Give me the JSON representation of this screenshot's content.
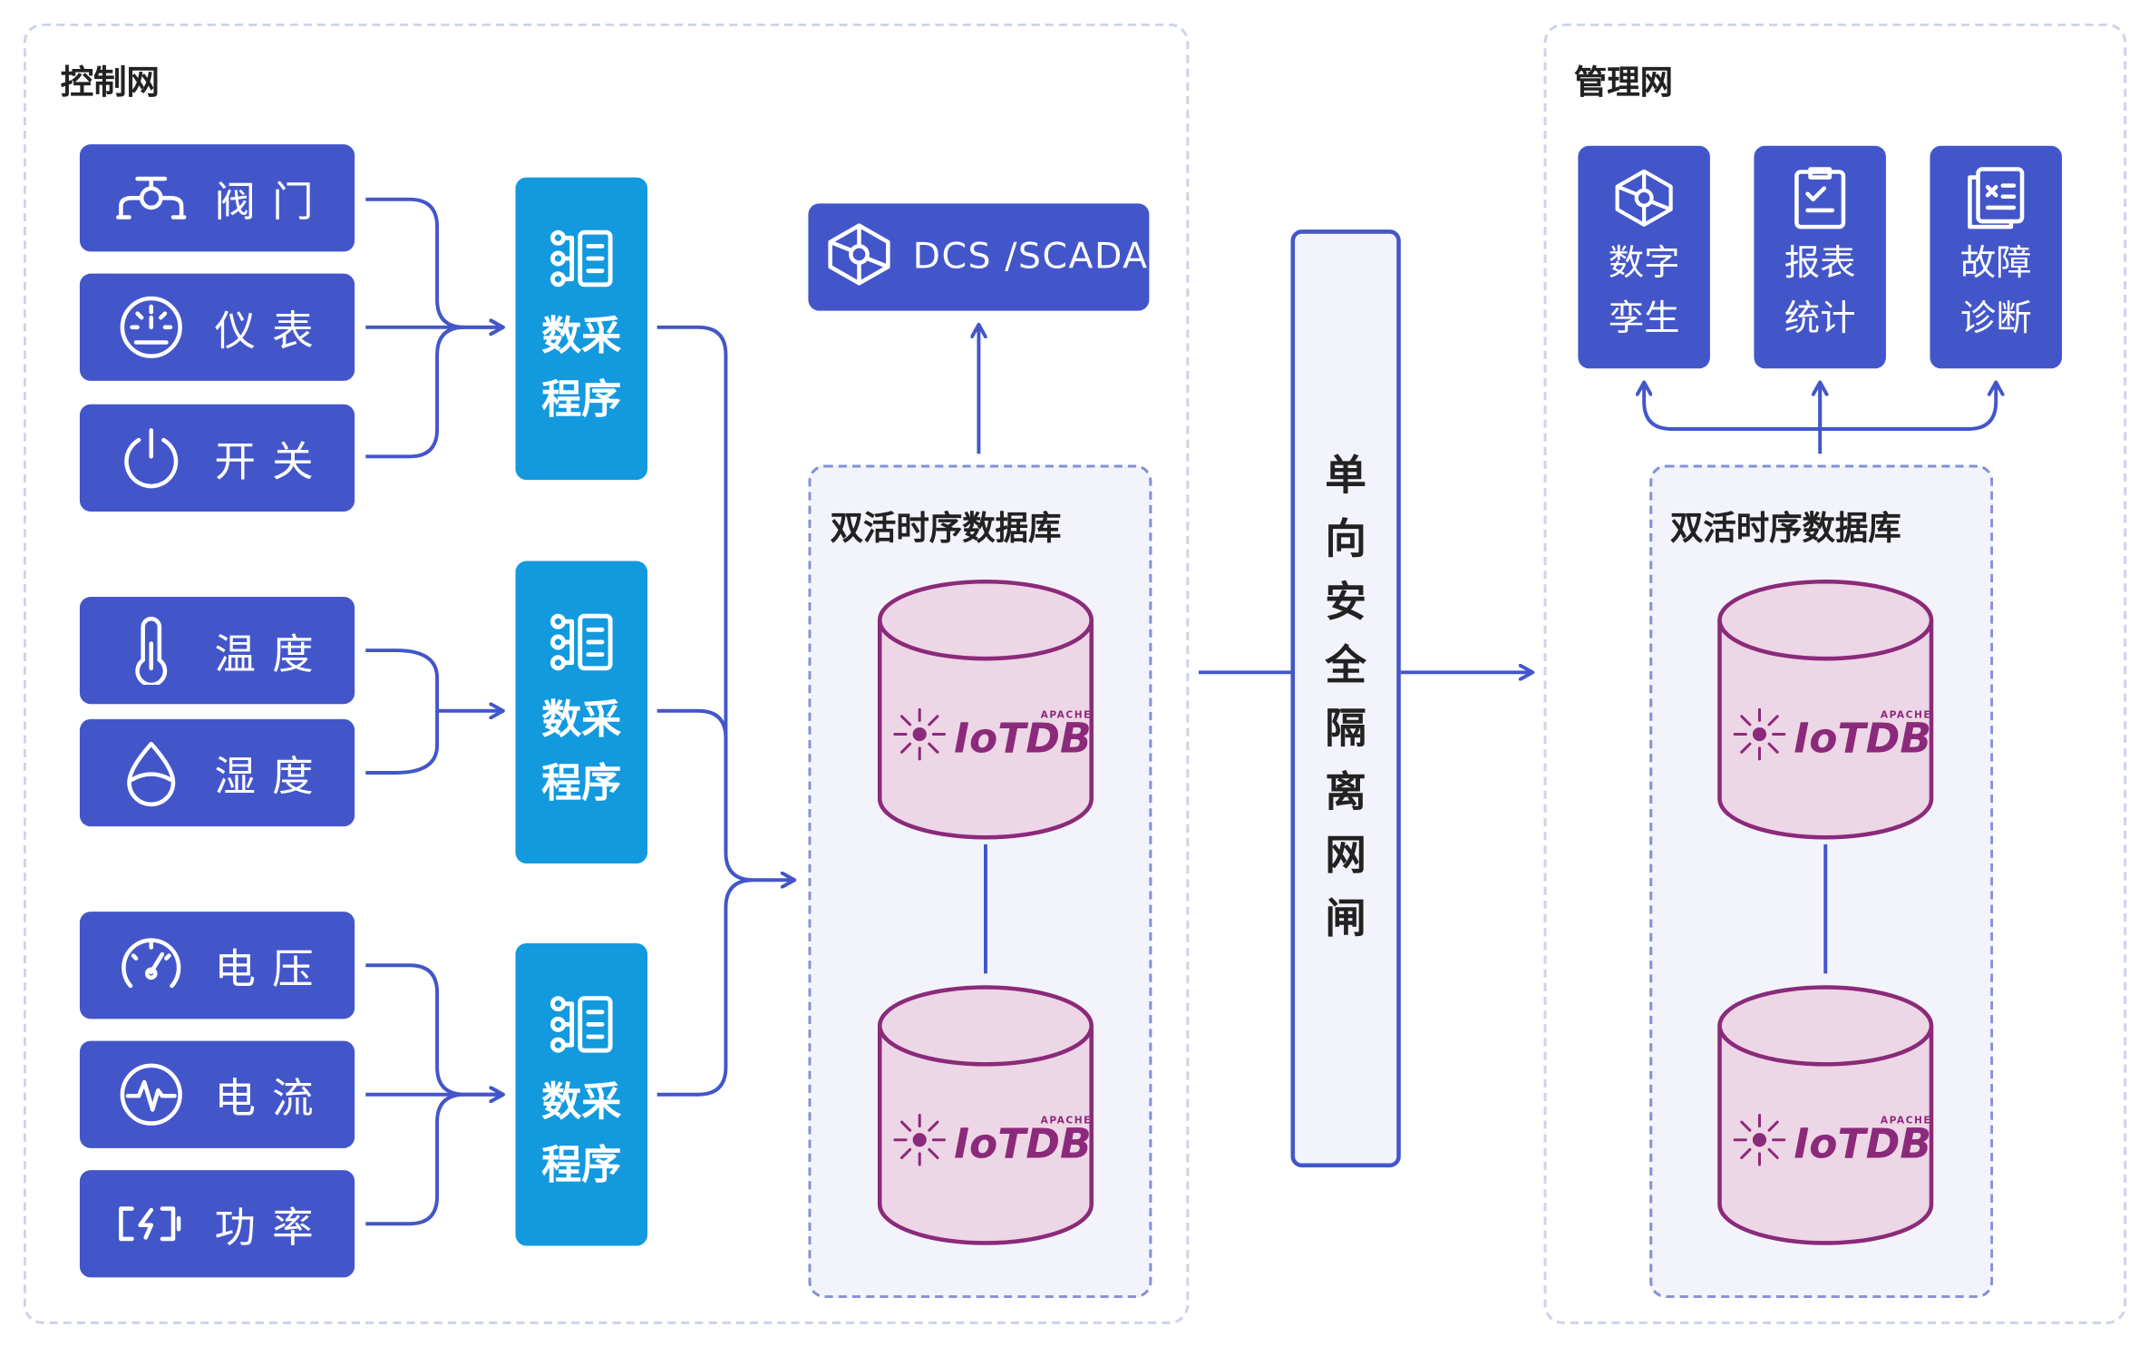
{
  "control_network": {
    "title": "控制网",
    "devices": [
      {
        "label": "阀门",
        "icon": "valve-icon"
      },
      {
        "label": "仪表",
        "icon": "gauge-icon"
      },
      {
        "label": "开关",
        "icon": "power-icon"
      },
      {
        "label": "温度",
        "icon": "thermometer-icon"
      },
      {
        "label": "湿度",
        "icon": "droplet-icon"
      },
      {
        "label": "电压",
        "icon": "speedometer-icon"
      },
      {
        "label": "电流",
        "icon": "pulse-icon"
      },
      {
        "label": "功率",
        "icon": "battery-charge-icon"
      }
    ],
    "collectors": [
      {
        "label": "数采程序",
        "icon": "data-collector-icon"
      },
      {
        "label": "数采程序",
        "icon": "data-collector-icon"
      },
      {
        "label": "数采程序",
        "icon": "data-collector-icon"
      }
    ],
    "dcs": {
      "label": "DCS /SCADA",
      "icon": "network-node-icon"
    },
    "database": {
      "title": "双活时序数据库",
      "logo_text": "IoTDB",
      "logo_subtext": "APACHE"
    }
  },
  "gateway": {
    "label": "单向安全隔离网闸"
  },
  "management_network": {
    "title": "管理网",
    "apps": [
      {
        "label": "数字孪生",
        "icon": "network-node-icon"
      },
      {
        "label": "报表统计",
        "icon": "report-icon"
      },
      {
        "label": "故障诊断",
        "icon": "diagnosis-icon"
      }
    ],
    "database": {
      "title": "双活时序数据库",
      "logo_text": "IoTDB",
      "logo_subtext": "APACHE"
    }
  },
  "colors": {
    "primary": "#4356c9",
    "collector": "#1399de",
    "db_fill": "#edd6e6",
    "db_stroke": "#8b2a7a",
    "zone_border": "#cdd3ec"
  }
}
